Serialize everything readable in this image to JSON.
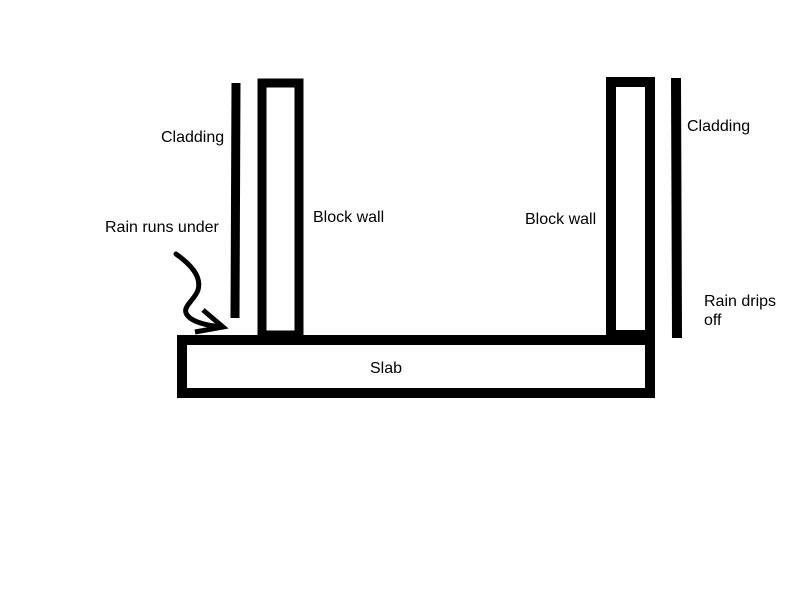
{
  "diagram": {
    "labels": {
      "cladding_left": "Cladding",
      "cladding_right": "Cladding",
      "rain_runs_under": "Rain runs under",
      "block_wall_left": "Block wall",
      "block_wall_right": "Block wall",
      "slab": "Slab",
      "rain_drips_off_line1": "Rain drips",
      "rain_drips_off_line2": "off"
    },
    "colors": {
      "stroke": "#000000",
      "background": "#ffffff"
    }
  }
}
